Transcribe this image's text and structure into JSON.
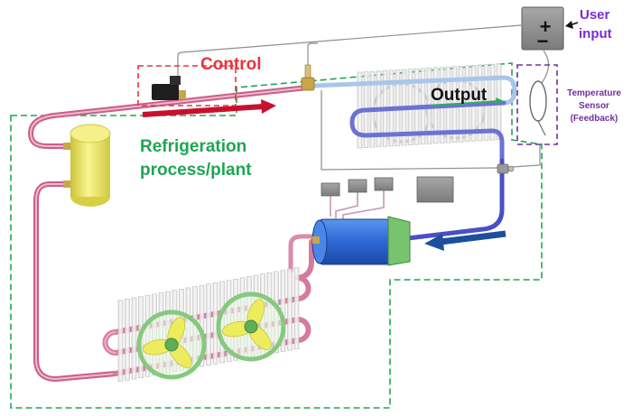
{
  "labels": {
    "user_input": [
      "User",
      "input"
    ],
    "plus": "+",
    "minus": "−",
    "control": "Control",
    "output": "Output",
    "temperature_sensor": [
      "Temperature",
      "Sensor",
      "(Feedback)"
    ],
    "refrigeration_plant": [
      "Refrigeration",
      "process/plant"
    ]
  },
  "colors": {
    "control": "#e8343c",
    "plant": "#1fa653",
    "user_input": "#7a2bd6",
    "sensor": "#7030a0",
    "output": "#111111",
    "refrigerant_hot": "#d97aa1",
    "refrigerant_cold": "#4a4fc6"
  }
}
